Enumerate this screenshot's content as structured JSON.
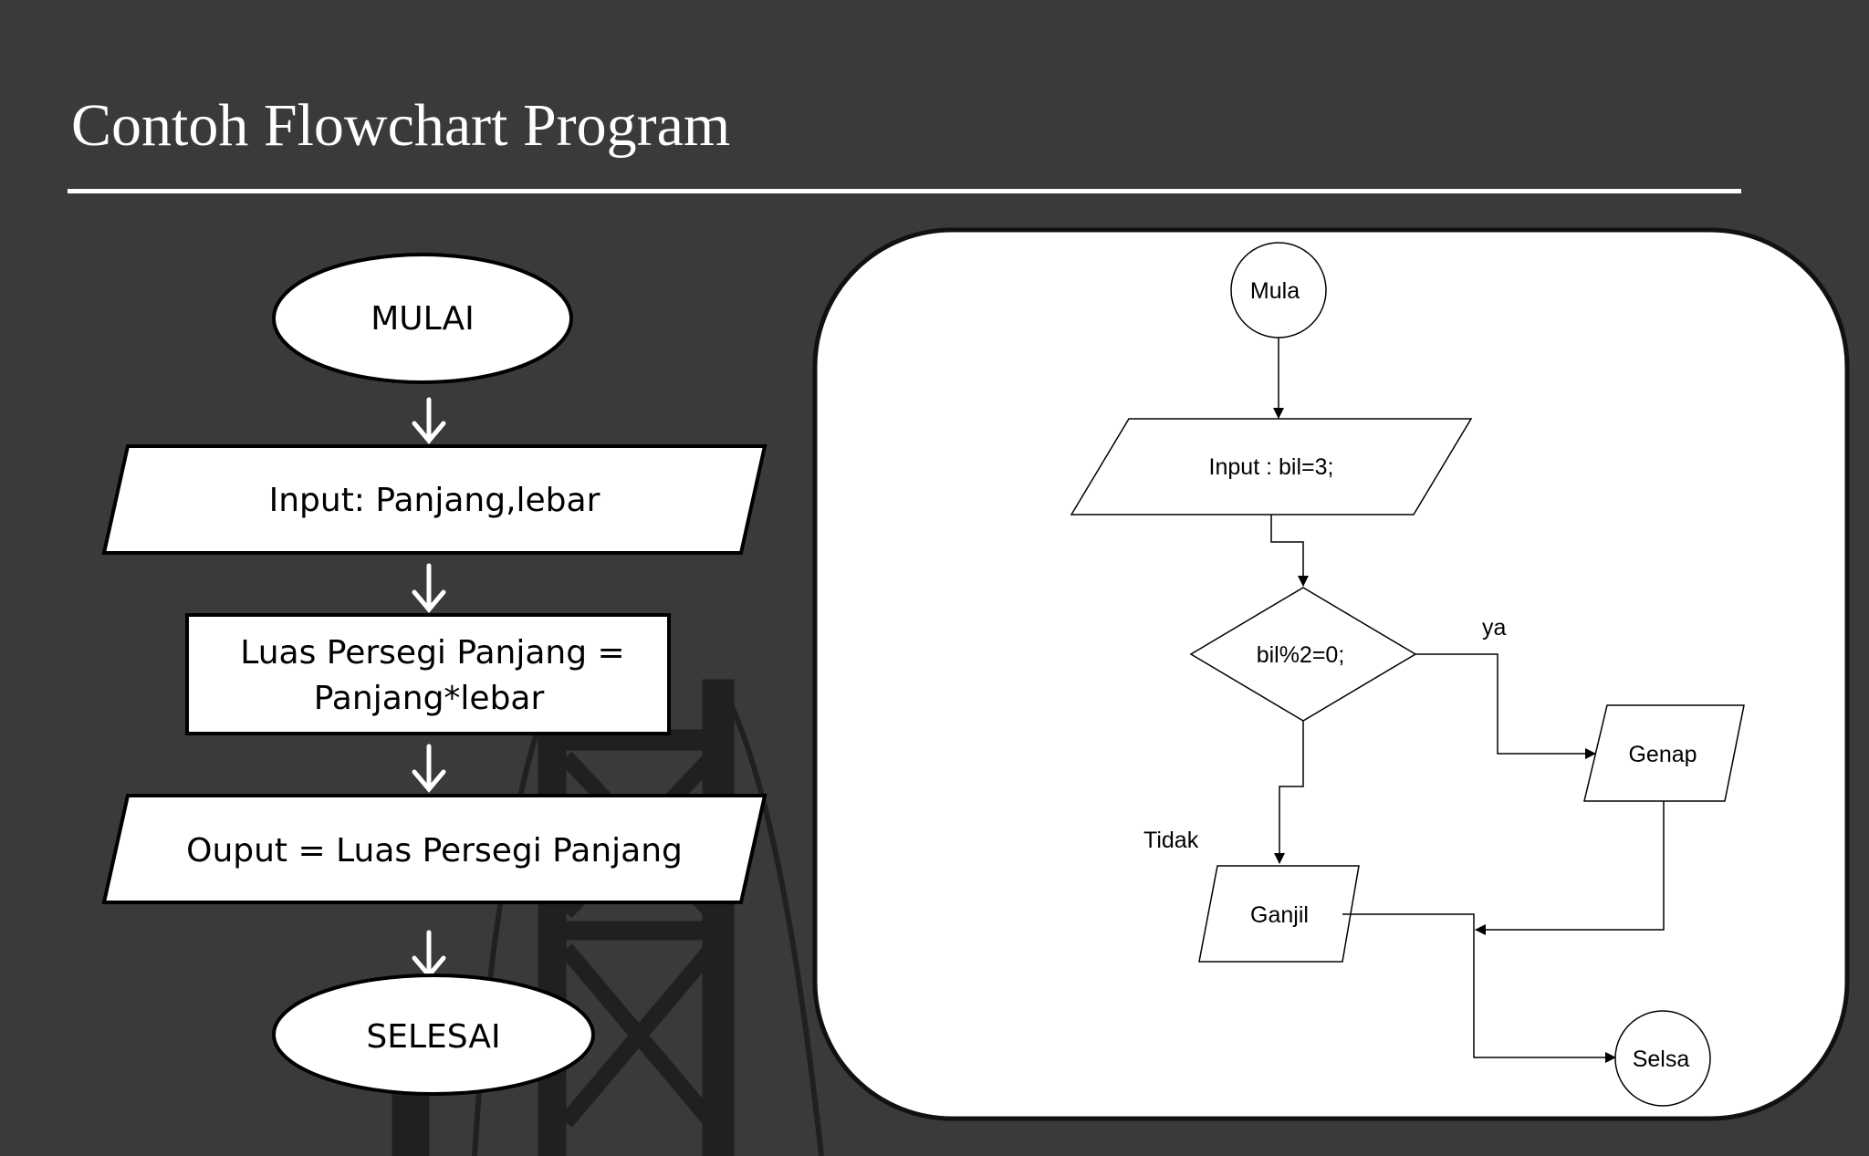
{
  "slide": {
    "title": "Contoh Flowchart Program"
  },
  "left_flowchart": {
    "start": "MULAI",
    "input": "Input: Panjang,lebar",
    "process_line1": "Luas Persegi Panjang =",
    "process_line2": "Panjang*lebar",
    "output": "Ouput = Luas Persegi Panjang",
    "end": "SELESAI"
  },
  "right_flowchart": {
    "start": "Mula",
    "input": "Input : bil=3;",
    "decision": "bil%2=0;",
    "yes_label": "ya",
    "no_label": "Tidak",
    "even": "Genap",
    "odd": "Ganjil",
    "end": "Selsa"
  },
  "colors": {
    "background": "#3a3a3a",
    "shape_fill": "#ffffff",
    "stroke": "#000000",
    "title": "#ffffff"
  }
}
